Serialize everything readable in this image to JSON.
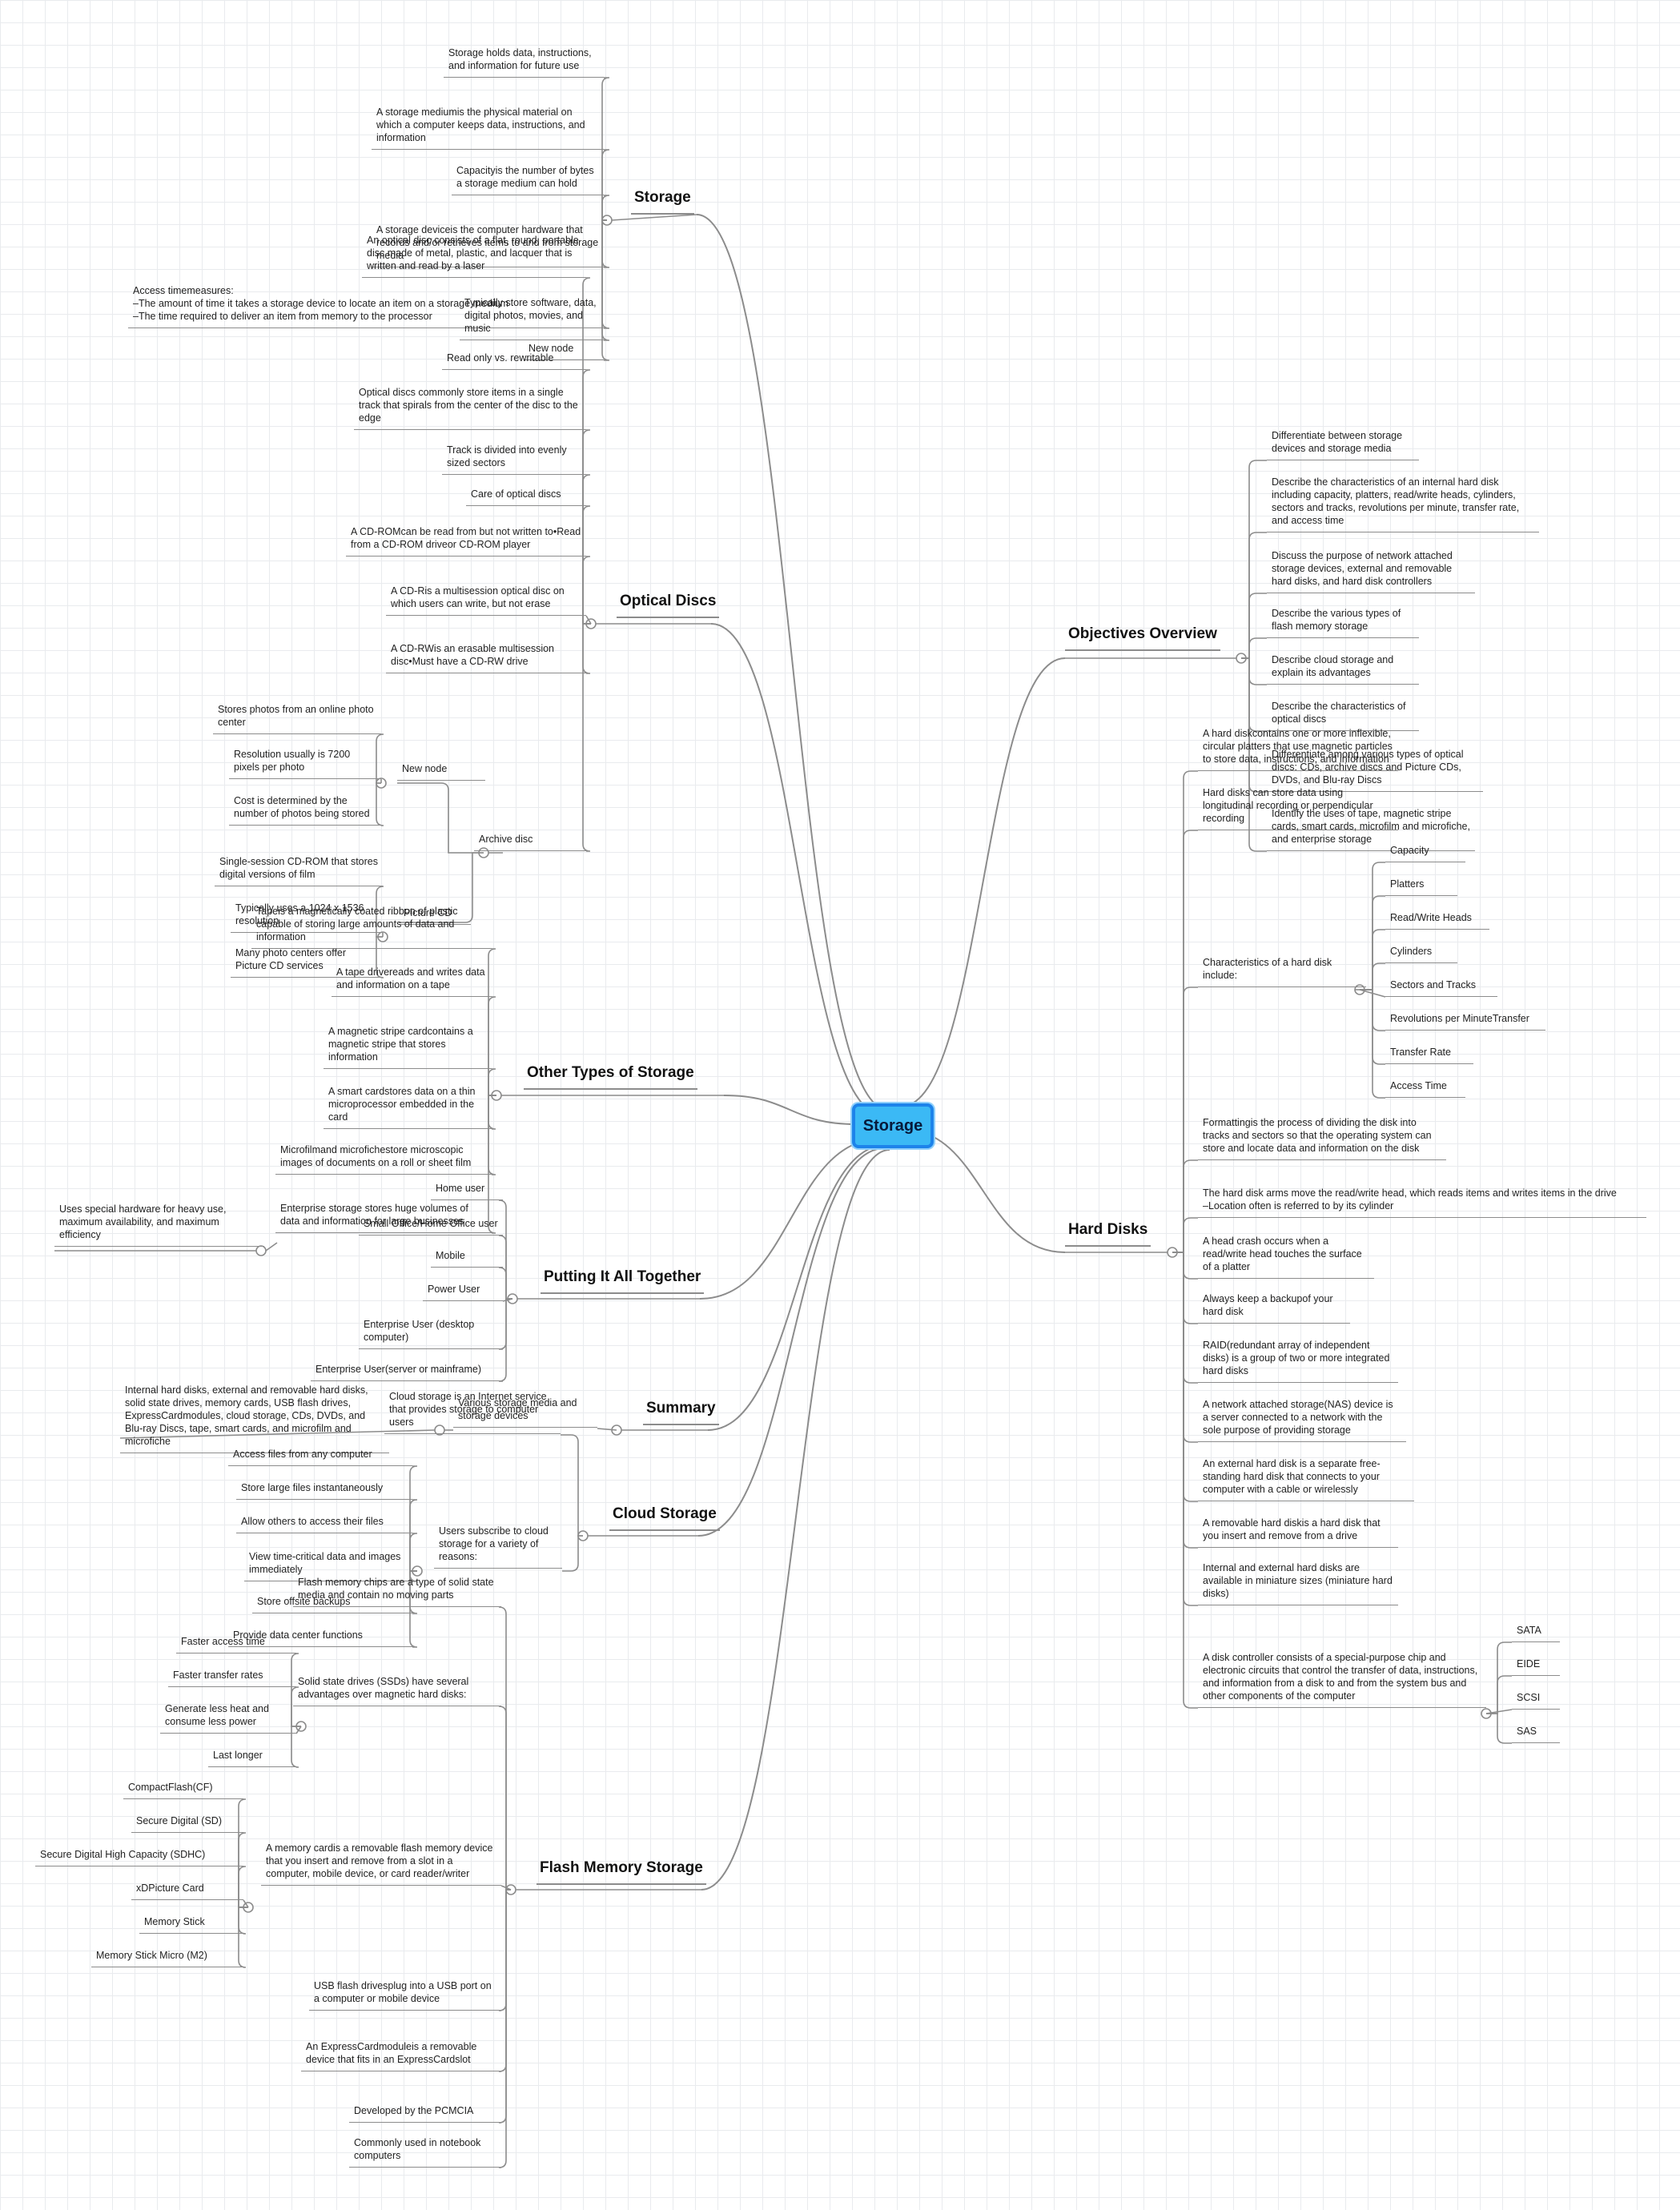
{
  "root": "Storage",
  "branches": {
    "storage": {
      "title": "Storage",
      "items": [
        "Storage holds data, instructions, and information for future use",
        "A storage mediumis the physical material on which a computer keeps data, instructions, and information",
        "Capacityis the number of bytes a storage medium can hold",
        "A storage deviceis the computer hardware that records and/or retrieves items to and from storage media",
        "Access timemeasures:\n–The amount of time it takes a storage device to locate an item on a storage medium\n–The time required to deliver an item from memory to the processor",
        "Typically store software, data, digital photos, movies, and music",
        "New node"
      ]
    },
    "optical": {
      "title": "Optical Discs",
      "items": [
        "An optical disc consists of a flat, round, portable disc made of metal, plastic, and lacquer that is written and read by a laser",
        "Read only vs. rewritable",
        "Optical discs commonly store items in a single track that spirals from the center of the disc to the edge",
        "Track is divided into evenly sized sectors",
        "Care of optical discs",
        "A CD‐ROMcan be read from but not written to•Read from a CD‐ROM driveor CD‐ROM player",
        "A CD‐Ris a multisession optical disc on which users can write, but not erase",
        "A CD‐RWis an erasable multisession disc•Must have a CD‐RW drive",
        "Archive disc"
      ],
      "new_node": {
        "label": "New node",
        "items": [
          "Stores photos from an online photo center",
          "Resolution usually is 7200 pixels per photo",
          "Cost is determined by the number of photos being stored"
        ]
      },
      "picture_cd": {
        "label": "Picture CD",
        "items": [
          "Single‐session CD‐ROM that stores digital versions of film",
          "Typically uses a 1024 x 1536 resolution",
          "Many photo centers offer Picture CD services"
        ]
      }
    },
    "other": {
      "title": "Other Types of Storage",
      "items": [
        "Tapeis a magnetically coated ribbon of plastic capable of storing large amounts of data and information",
        "A tape drivereads and writes data and information on a tape",
        "A magnetic stripe cardcontains a magnetic stripe that stores information",
        "A smart cardstores data on a thin microprocessor embedded in the card",
        "Microfilmand microfichestore microscopic images of documents on a roll or sheet film",
        "Enterprise storage stores huge volumes of data and information for large businesses"
      ],
      "enterprise_detail": "Uses special hardware for heavy use, maximum availability, and maximum efficiency"
    },
    "together": {
      "title": "Putting It All Together",
      "items": [
        "Home user",
        "Small Office/Home Office user",
        "Mobile",
        "Power User",
        "Enterprise User (desktop computer)",
        "Enterprise User(server or mainframe)"
      ]
    },
    "summary": {
      "title": "Summary",
      "item": "Various storage media and storage devices",
      "detail": "Internal hard disks, external and removable hard disks, solid state drives, memory cards, USB flash drives, ExpressCardmodules, cloud storage, CDs, DVDs, and Blu‐ray Discs, tape, smart cards, and microfilm and microfiche"
    },
    "cloud": {
      "title": "Cloud Storage",
      "items": [
        "Cloud storage is an Internet service that provides storage to computer users",
        "Users subscribe to cloud storage for a variety of reasons:"
      ],
      "reasons": [
        "Access files from any computer",
        "Store large files instantaneously",
        "Allow others to access their files",
        "View time‐critical data and images immediately",
        "Store offsite backups",
        "Provide data center functions"
      ]
    },
    "flash": {
      "title": "Flash Memory Storage",
      "items": [
        "Flash memory chips are a type of solid state media and contain no moving parts",
        "Solid state drives (SSDs) have several advantages over magnetic hard disks:",
        "A memory cardis a removable flash memory device that you insert and remove from a slot in a computer, mobile device, or card reader/writer",
        "USB flash drivesplug into a USB port on a computer or mobile device",
        "An ExpressCardmoduleis a removable device that fits in an ExpressCardslot",
        "Developed by the PCMCIA",
        "Commonly used in notebook computers"
      ],
      "ssd_advantages": [
        "Faster access time",
        "Faster transfer rates",
        "Generate less heat and consume less power",
        "Last longer"
      ],
      "memory_cards": [
        "CompactFlash(CF)",
        "Secure Digital (SD)",
        "Secure Digital High Capacity (SDHC)",
        "xDPicture Card",
        "Memory Stick",
        "Memory Stick Micro (M2)"
      ]
    },
    "objectives": {
      "title": "Objectives Overview",
      "items": [
        "Differentiate between storage devices and storage media",
        "Describe the characteristics of an internal hard disk including capacity, platters, read/write heads, cylinders, sectors and tracks, revolutions per minute, transfer rate, and access time",
        "Discuss the purpose of network attached storage devices, external and removable hard disks, and hard disk controllers",
        "Describe the various types of flash memory storage",
        "Describe cloud storage and explain its advantages",
        "Describe the characteristics of optical discs",
        "Differentiate among various types of optical discs: CDs, archive discs and Picture CDs, DVDs, and Blu‐ray Discs",
        "Identify the uses of tape, magnetic stripe cards, smart cards, microfilm and microfiche, and enterprise storage"
      ]
    },
    "hard": {
      "title": "Hard Disks",
      "items": [
        "A hard diskcontains one or more inflexible, circular platters that use magnetic particles to store data, instructions, and information",
        "Hard disks can store data using longitudinal recording or perpendicular recording",
        "Characteristics of a hard disk include:",
        "Formattingis the process of dividing the disk into tracks and sectors so that the operating system can store and locate data and information on the disk",
        "The hard disk arms move the read/write head, which reads items and writes items in the drive\n–Location often is referred to by its cylinder",
        "A head crash occurs when a read/write head touches the surface of a platter",
        "Always keep a backupof your hard disk",
        "RAID(redundant array of independent disks) is a group of two or more integrated hard disks",
        "A network attached storage(NAS) device is a server connected to a network with the sole purpose of providing storage",
        "An external hard disk is a separate free‐standing hard disk that connects to your computer with a cable or wirelessly",
        "A removable hard diskis a hard disk that you insert and remove from a drive",
        "Internal and external hard disks are available in miniature sizes (miniature hard disks)",
        "A disk controller consists of a special‐purpose chip and electronic circuits that control the transfer of data, instructions, and information from a disk to and from the system bus and other components of the computer"
      ],
      "characteristics": [
        "Capacity",
        "Platters",
        "Read/Write Heads",
        "Cylinders",
        "Sectors and Tracks",
        "Revolutions per MinuteTransfer",
        "Transfer Rate",
        "Access Time"
      ],
      "controllers": [
        "SATA",
        "EIDE",
        "SCSI",
        "SAS"
      ]
    }
  }
}
